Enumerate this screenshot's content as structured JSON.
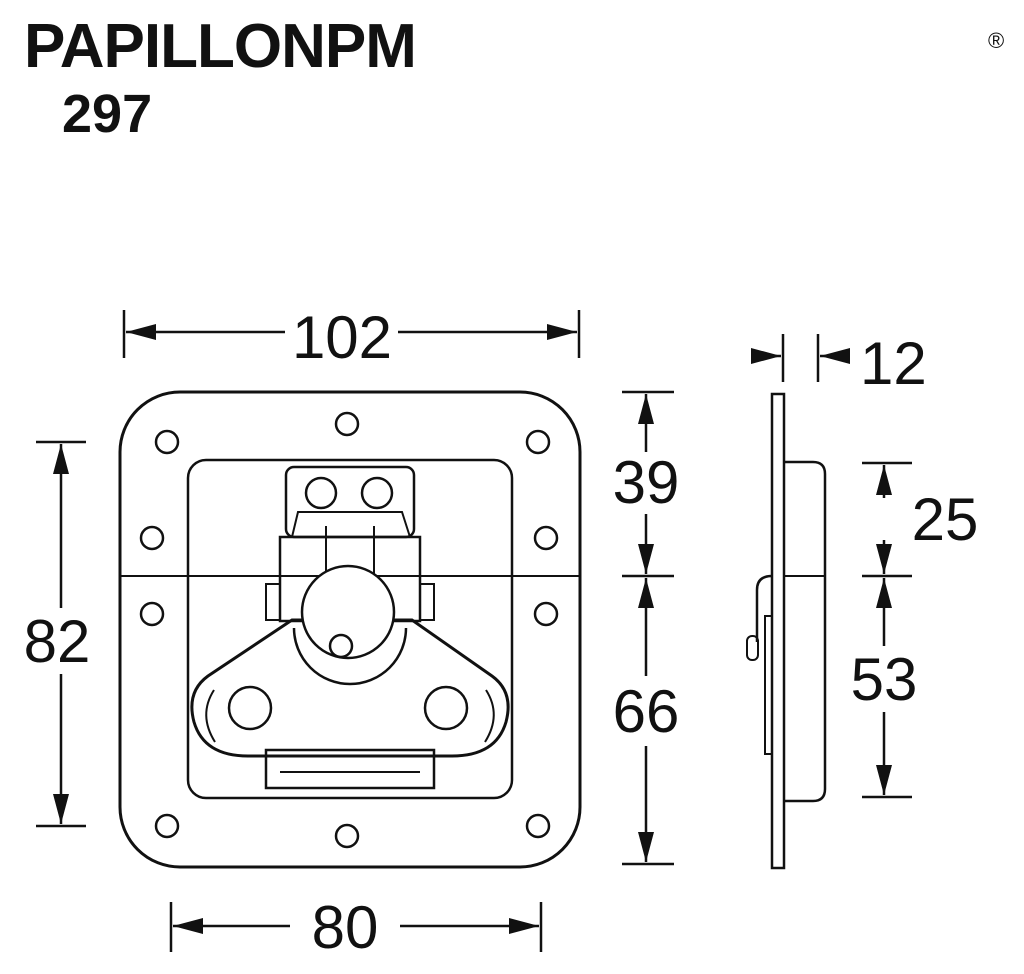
{
  "header": {
    "title": "PAPILLONPM",
    "subtitle": "297",
    "registered_mark": "®"
  },
  "dimensions": {
    "overall_width": "102",
    "recess_width": "80",
    "overall_height": "82",
    "upper_height": "39",
    "lower_height": "66",
    "depth": "12",
    "side_upper": "25",
    "side_lower": "53"
  }
}
